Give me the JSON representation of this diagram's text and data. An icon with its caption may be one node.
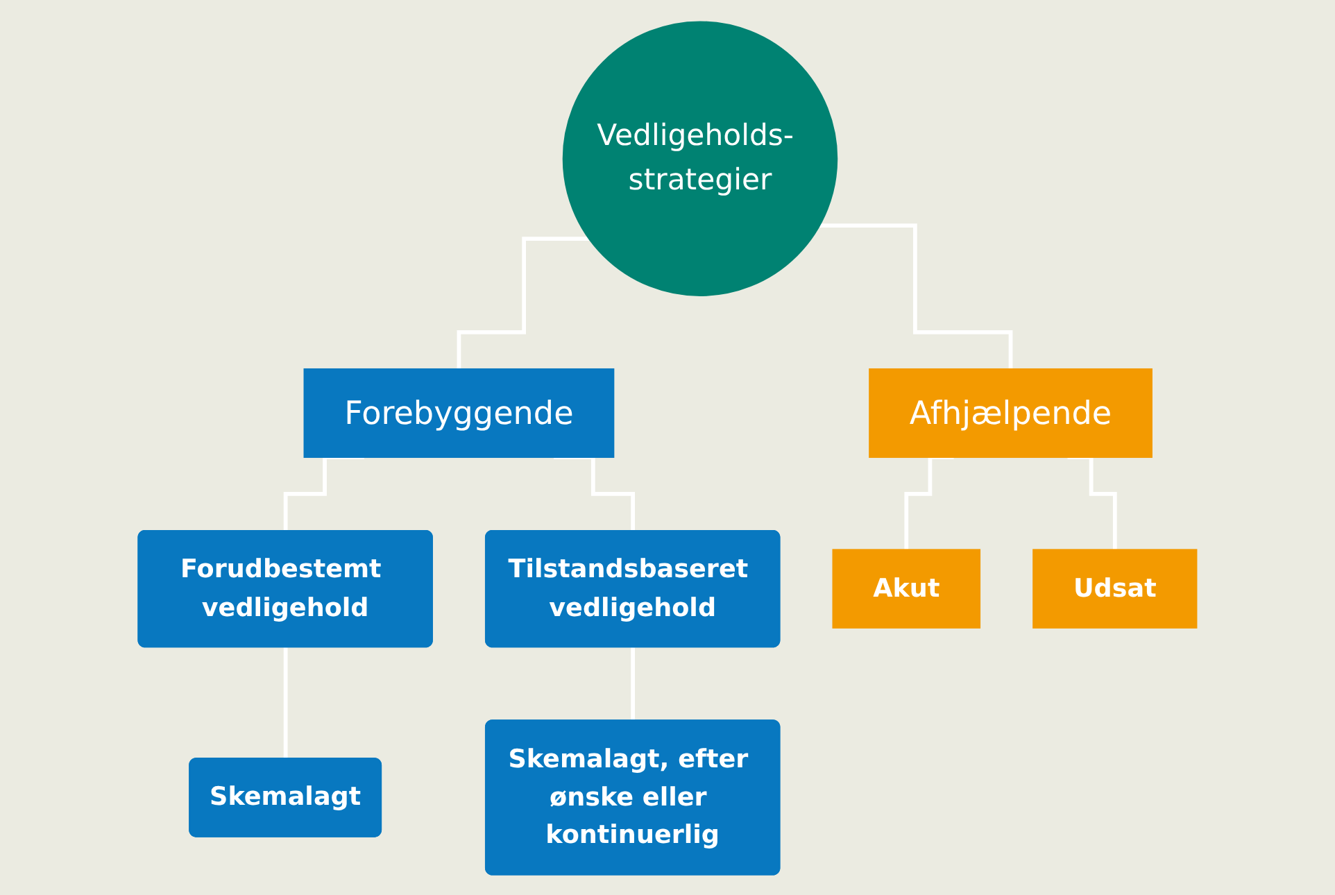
{
  "diagram": {
    "nodes": [
      {
        "text": [
          "Vedligeholds- strategier"
        ]
      },
      {
        "text": [
          "Forebyggende"
        ]
      },
      {
        "text": [
          "Afhjælpende"
        ]
      },
      {
        "text": [
          "Forudbestemt vedligehold"
        ]
      },
      {
        "text": [
          "Tilstandsbaseret vedligehold"
        ]
      },
      {
        "text": [
          "Skemalagt"
        ]
      },
      {
        "text": [
          "Skemalagt, efter ønske eller kontinuerlig"
        ]
      },
      {
        "text": [
          "Akut"
        ]
      },
      {
        "text": [
          "Udsat"
        ]
      }
    ],
    "edges": [
      {
        "from": 0,
        "to": 1,
        "arrow": "none"
      },
      {
        "from": 0,
        "to": 2,
        "arrow": "none"
      },
      {
        "from": 1,
        "to": 3,
        "arrow": "none"
      },
      {
        "from": 1,
        "to": 4,
        "arrow": "none"
      },
      {
        "from": 3,
        "to": 5,
        "arrow": "none"
      },
      {
        "from": 4,
        "to": 6,
        "arrow": "none"
      },
      {
        "from": 2,
        "to": 7,
        "arrow": "none"
      },
      {
        "from": 2,
        "to": 8,
        "arrow": "none"
      }
    ]
  }
}
